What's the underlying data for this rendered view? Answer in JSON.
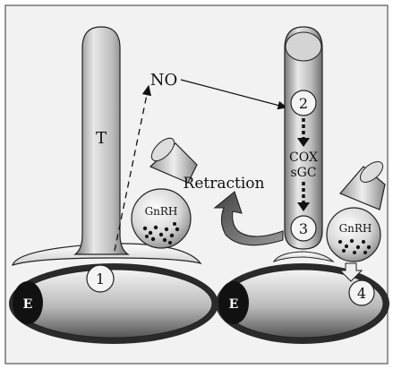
{
  "labels": {
    "tanycyte": "T",
    "nitric_oxide": "NO",
    "gnrh_left": "GnRH",
    "gnrh_right": "GnRH",
    "retraction": "Retraction",
    "cox": "COX",
    "sgc": "sGC",
    "endothelial_left": "E",
    "endothelial_right": "E"
  },
  "steps": [
    "1",
    "2",
    "3",
    "4"
  ],
  "colors": {
    "frame_bg": "#f2f2f2",
    "frame_border": "#555555",
    "nucleus": "#111111",
    "outline": "#222222"
  }
}
